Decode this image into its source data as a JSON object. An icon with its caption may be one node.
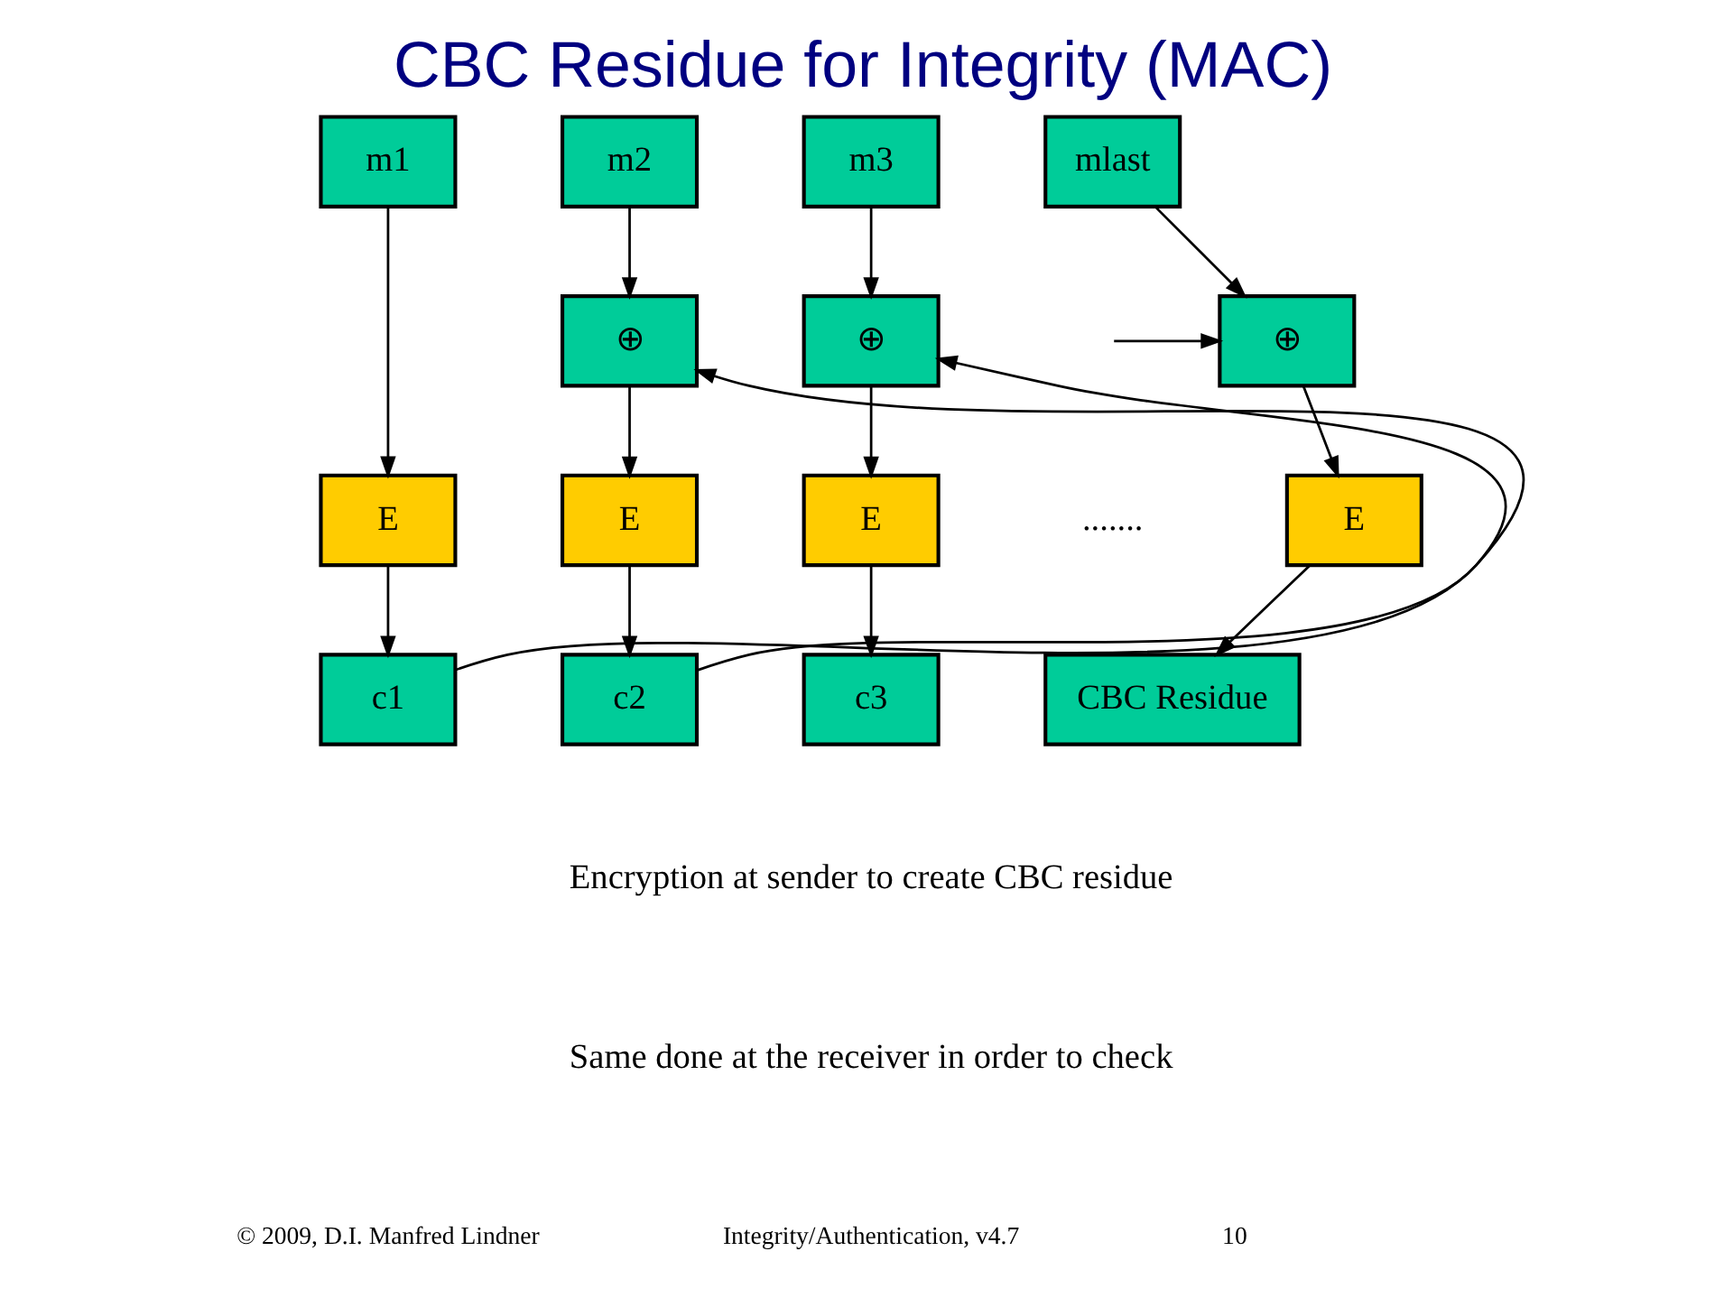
{
  "diagram": {
    "title": "CBC Residue for Integrity (MAC)",
    "nodes": [
      {
        "text": [
          "m1"
        ]
      },
      {
        "text": [
          "m2"
        ]
      },
      {
        "text": [
          "m3"
        ]
      },
      {
        "text": [
          "mlast"
        ]
      },
      {
        "text": [
          "⊕"
        ]
      },
      {
        "text": [
          "⊕"
        ]
      },
      {
        "text": [
          "⊕"
        ]
      },
      {
        "text": [
          "E"
        ]
      },
      {
        "text": [
          "E"
        ]
      },
      {
        "text": [
          "E"
        ]
      },
      {
        "text": [
          "E"
        ]
      },
      {
        "text": [
          "c1"
        ]
      },
      {
        "text": [
          "c2"
        ]
      },
      {
        "text": [
          "c3"
        ]
      },
      {
        "text": [
          "CBC Residue"
        ]
      }
    ],
    "edges": [
      {
        "from": 0,
        "to": 7,
        "arrow": "to"
      },
      {
        "from": 7,
        "to": 11,
        "arrow": "to"
      },
      {
        "from": 11,
        "to": 4,
        "arrow": "to"
      },
      {
        "from": 1,
        "to": 4,
        "arrow": "to"
      },
      {
        "from": 4,
        "to": 8,
        "arrow": "to"
      },
      {
        "from": 8,
        "to": 12,
        "arrow": "to"
      },
      {
        "from": 12,
        "to": 5,
        "arrow": "to"
      },
      {
        "from": 2,
        "to": 5,
        "arrow": "to"
      },
      {
        "from": 5,
        "to": 9,
        "arrow": "to"
      },
      {
        "from": 9,
        "to": 13,
        "arrow": "to"
      },
      {
        "from": null,
        "to": 6,
        "arrow": "to"
      },
      {
        "from": 3,
        "to": 6,
        "arrow": "to"
      },
      {
        "from": 6,
        "to": 10,
        "arrow": "to"
      },
      {
        "from": 10,
        "to": 14,
        "arrow": "to"
      }
    ],
    "labels": [
      ".......",
      "Encryption at sender to create CBC residue",
      "Same done at the receiver in order to check",
      "© 2009, D.I. Manfred Lindner",
      "Integrity/Authentication, v4.7",
      "10"
    ]
  }
}
